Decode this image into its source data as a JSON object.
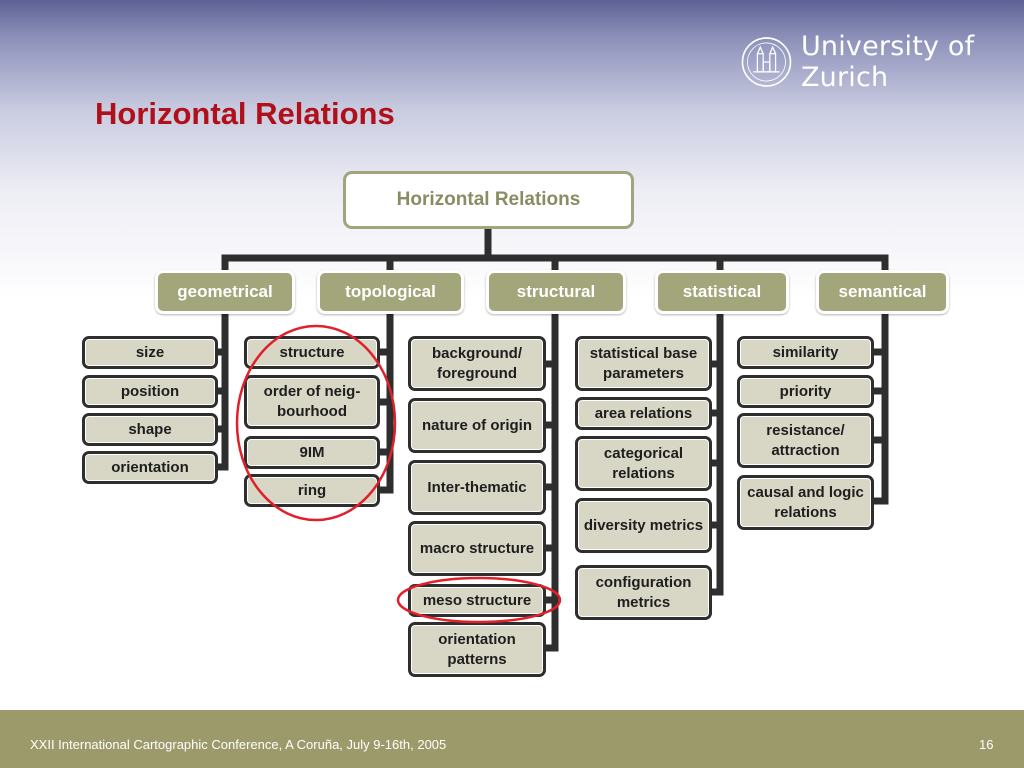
{
  "slide": {
    "title": "Horizontal Relations",
    "logo_text": "University of Zurich",
    "footer_text": "XXII International Cartographic Conference, A Coruña, July 9-16th, 2005",
    "page_number": "16"
  },
  "diagram": {
    "root": "Horizontal Relations",
    "categories": [
      {
        "label": "geometrical",
        "items": [
          "size",
          "position",
          "shape",
          "orientation"
        ]
      },
      {
        "label": "topological",
        "items": [
          "structure",
          "order of neig-bourhood",
          "9IM",
          "ring"
        ]
      },
      {
        "label": "structural",
        "items": [
          "background/ foreground",
          "nature of origin",
          "Inter-thematic",
          "macro structure",
          "meso structure",
          "orientation patterns"
        ]
      },
      {
        "label": "statistical",
        "items": [
          "statistical base parameters",
          "area relations",
          "categorical relations",
          "diversity metrics",
          "configuration metrics"
        ]
      },
      {
        "label": "semantical",
        "items": [
          "similarity",
          "priority",
          "resistance/ attraction",
          "causal and logic relations"
        ]
      }
    ],
    "highlighted_items": [
      "topological",
      "meso structure"
    ]
  },
  "colors": {
    "title": "#b0101a",
    "category_fill": "#a3a57b",
    "leaf_fill": "#d8d7c6",
    "connector": "#2e2e2e",
    "highlight": "#e0202a",
    "footer": "#9c9a6a"
  }
}
